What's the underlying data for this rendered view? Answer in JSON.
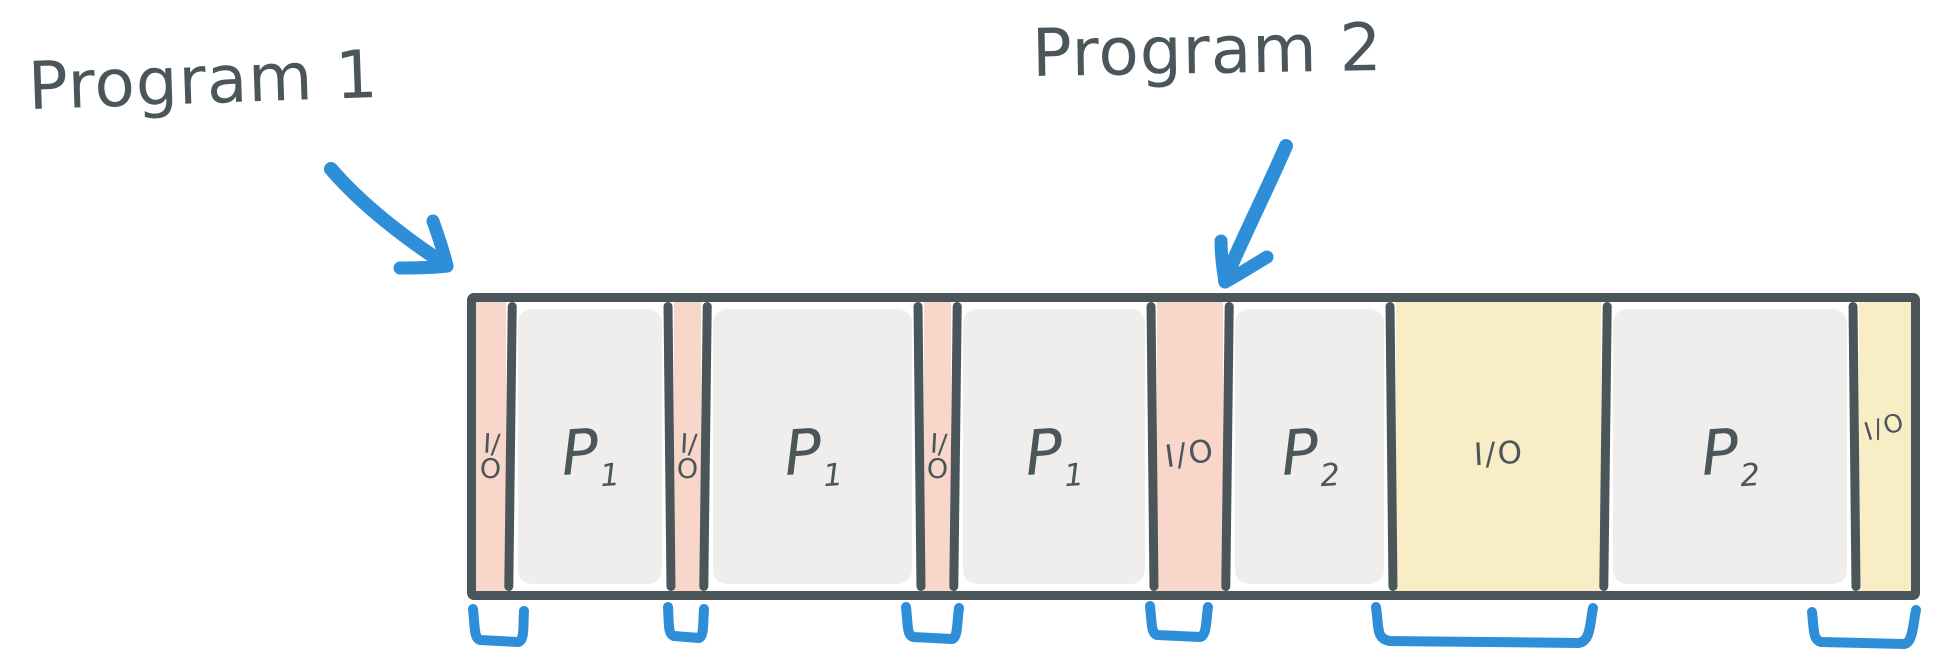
{
  "labels": {
    "program1": "Program 1",
    "program2": "Program 2"
  },
  "colors": {
    "ink": "#4b565b",
    "blue": "#2e8fd8",
    "pink": "#f9d6ca",
    "yellow": "#f9edc6",
    "gray": "#efeeec"
  },
  "bar": {
    "segments": [
      {
        "type": "io",
        "fill": "pink",
        "label": "I/O"
      },
      {
        "type": "process",
        "fill": "gray",
        "base": "P",
        "sub": "1"
      },
      {
        "type": "io",
        "fill": "pink",
        "label": "I/O"
      },
      {
        "type": "process",
        "fill": "gray",
        "base": "P",
        "sub": "1"
      },
      {
        "type": "io",
        "fill": "pink",
        "label": "I/O"
      },
      {
        "type": "process",
        "fill": "gray",
        "base": "P",
        "sub": "1"
      },
      {
        "type": "io",
        "fill": "pink",
        "label": "I/O"
      },
      {
        "type": "process",
        "fill": "gray",
        "base": "P",
        "sub": "2"
      },
      {
        "type": "io",
        "fill": "yellow",
        "label": "I/O"
      },
      {
        "type": "process",
        "fill": "gray",
        "base": "P",
        "sub": "2"
      },
      {
        "type": "io",
        "fill": "yellow",
        "label": "I/O"
      }
    ]
  }
}
